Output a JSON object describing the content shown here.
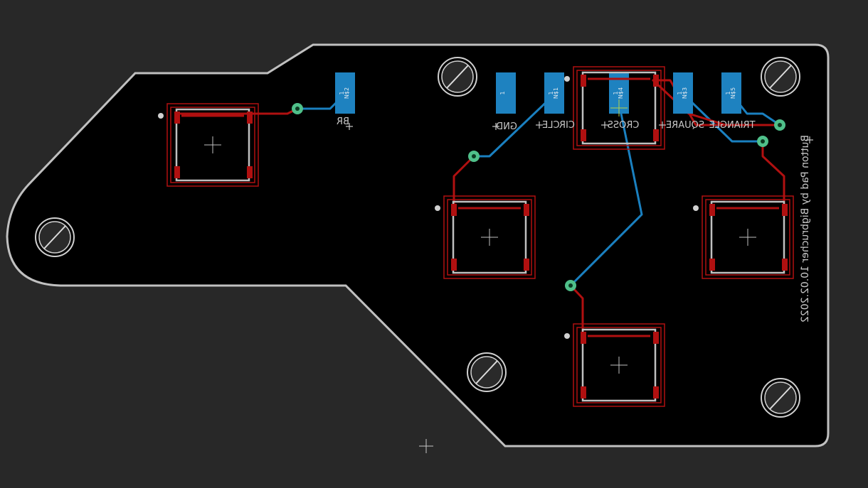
{
  "board": {
    "colors": {
      "background": "#282828",
      "board_fill": "#000000",
      "outline": "#c0c0c0",
      "top_copper": "#b01010",
      "bottom_copper": "#1a80c0",
      "pad_blue": "#1e82c0",
      "via": "#4fc08a",
      "silkscreen": "#c8c8c8",
      "origin_cross": "#b6d24a"
    },
    "credit_text": "Button Pad by Bigbrucher 10.02.2022"
  },
  "buttons": [
    {
      "id": "br",
      "label": "BR"
    },
    {
      "id": "circle",
      "label": "CIRCLE"
    },
    {
      "id": "triangle",
      "label": "TRIANGLE"
    },
    {
      "id": "cross",
      "label": "CROSS"
    },
    {
      "id": "square",
      "label": "SQUARE"
    }
  ],
  "pads": [
    {
      "id": "br",
      "pin": "1",
      "name": "N$2",
      "label": "BR"
    },
    {
      "id": "gnd",
      "pin": "1",
      "name": "",
      "label": "GND"
    },
    {
      "id": "circle",
      "pin": "1",
      "name": "N$1",
      "label": "CIRCLE"
    },
    {
      "id": "cross",
      "pin": "1",
      "name": "N$4",
      "label": "CROSS"
    },
    {
      "id": "square",
      "pin": "1",
      "name": "N$3",
      "label": "SQUARE"
    },
    {
      "id": "triangle",
      "pin": "1",
      "name": "N$5",
      "label": "TRIANGLE"
    }
  ]
}
